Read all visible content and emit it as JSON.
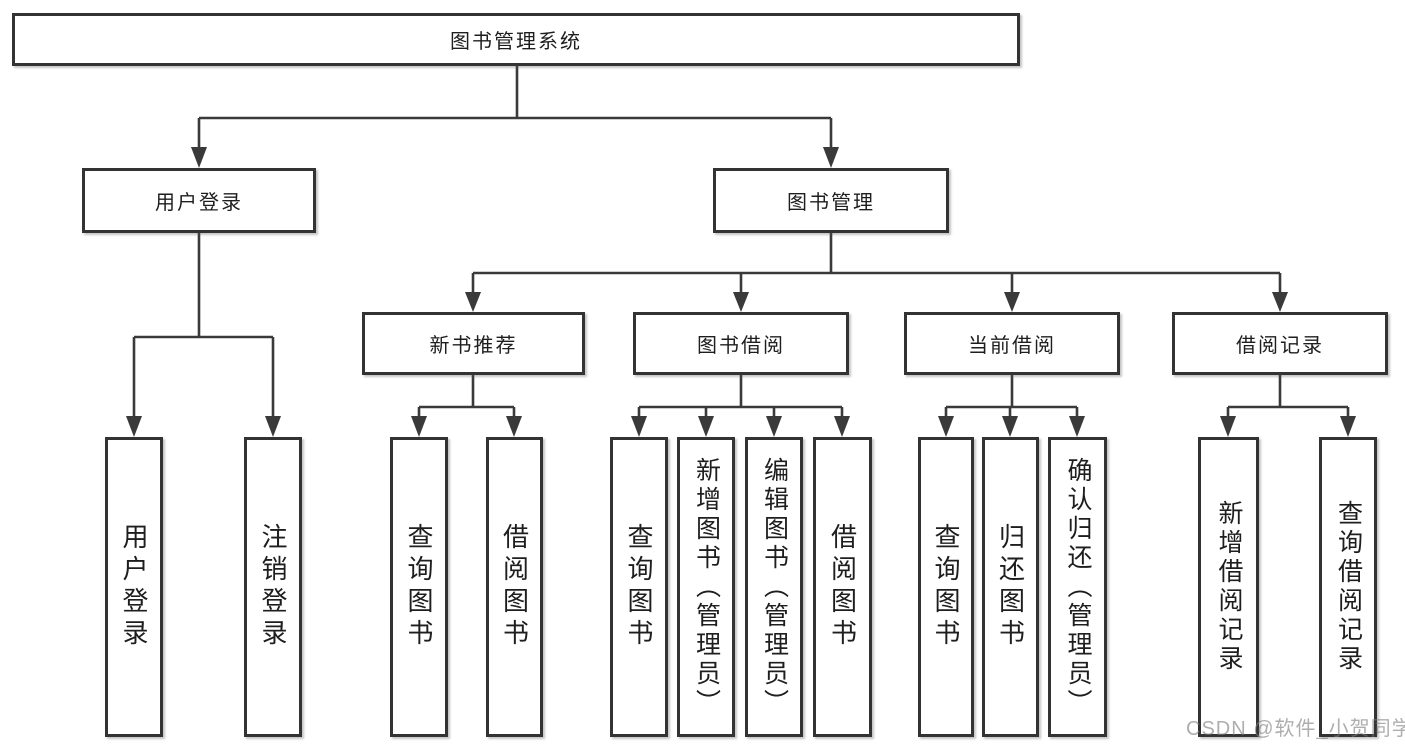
{
  "diagram": {
    "root": {
      "label": "图书管理系统"
    },
    "branches": [
      {
        "label": "用户登录",
        "leaves": [
          {
            "label": "用户登录"
          },
          {
            "label": "注销登录"
          }
        ]
      },
      {
        "label": "图书管理",
        "groups": [
          {
            "label": "新书推荐",
            "leaves": [
              {
                "label": "查询图书"
              },
              {
                "label": "借阅图书"
              }
            ]
          },
          {
            "label": "图书借阅",
            "leaves": [
              {
                "label": "查询图书"
              },
              {
                "label": "新增图书（管理员）"
              },
              {
                "label": "编辑图书（管理员）"
              },
              {
                "label": "借阅图书"
              }
            ]
          },
          {
            "label": "当前借阅",
            "leaves": [
              {
                "label": "查询图书"
              },
              {
                "label": "归还图书"
              },
              {
                "label": "确认归还（管理员）"
              }
            ]
          },
          {
            "label": "借阅记录",
            "leaves": [
              {
                "label": "新增借阅记录"
              },
              {
                "label": "查询借阅记录"
              }
            ]
          }
        ]
      }
    ]
  },
  "watermark": {
    "text": "CSDN @软件_小贺同学"
  },
  "colors": {
    "line": "#3a3a3a",
    "box_border": "#333333",
    "text": "#1e1e1e",
    "watermark": "#8f8f8f",
    "background": "#ffffff"
  }
}
